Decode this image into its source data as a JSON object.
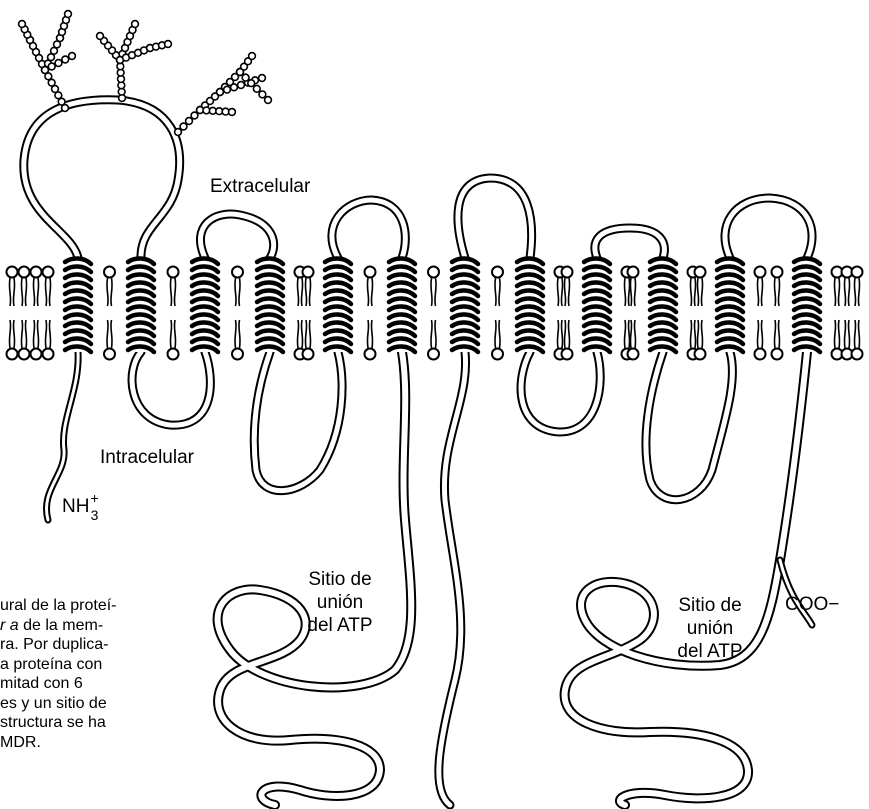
{
  "labels": {
    "extracellular": "Extracelular",
    "intracellular": "Intracelular",
    "amino_terminus": {
      "base": "NH",
      "superscript": "+",
      "subscript": "3"
    },
    "atp_site_1": [
      "Sitio de",
      "unión",
      "del ATP"
    ],
    "atp_site_2": [
      "Sitio de",
      "unión",
      "del ATP"
    ],
    "carboxy_terminus": "COO−"
  },
  "caption": [
    {
      "pre": "ural de la proteí-",
      "ital": "",
      "post": ""
    },
    {
      "pre": "",
      "ital": "r a",
      "post": " de la mem-"
    },
    {
      "pre": "ra. Por duplica-",
      "ital": "",
      "post": ""
    },
    {
      "pre": "a proteína con",
      "ital": "",
      "post": ""
    },
    {
      "pre": "mitad con 6",
      "ital": "",
      "post": ""
    },
    {
      "pre": "es y un sitio de",
      "ital": "",
      "post": ""
    },
    {
      "pre": "structura se ha",
      "ital": "",
      "post": ""
    },
    {
      "pre": "MDR.",
      "ital": "",
      "post": ""
    }
  ],
  "colors": {
    "ink": "#000000",
    "background": "#ffffff",
    "ribbon_front": "#ffffff",
    "ribbon_back": "#000000"
  },
  "structure": {
    "transmembrane_helices": 12,
    "glycosylation_chains": 3
  }
}
